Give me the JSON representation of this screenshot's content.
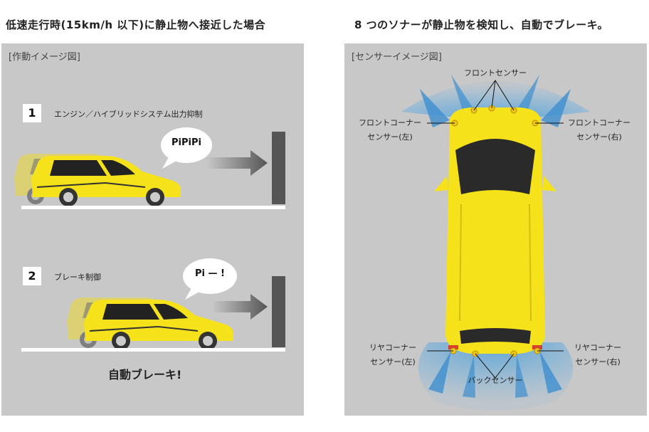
{
  "headings": {
    "left": "低速走行時(15km/h 以下)に静止物へ接近した場合",
    "right": "8 つのソナーが静止物を検知し、自動でブレーキ。"
  },
  "left_panel": {
    "tag": "[作動イメージ図]",
    "step1": {
      "number": "1",
      "label": "エンジン／ハイブリッドシステム出力抑制",
      "bubble": "PiPiPi"
    },
    "step2": {
      "number": "2",
      "label": "ブレーキ制御",
      "bubble": "Pi — !"
    },
    "result": "自動ブレーキ!"
  },
  "right_panel": {
    "tag": "[センサーイメージ図]",
    "labels": {
      "front": "フロントセンサー",
      "front_corner_left_l1": "フロントコーナー",
      "front_corner_left_l2": "センサー(左)",
      "front_corner_right_l1": "フロントコーナー",
      "front_corner_right_l2": "センサー(右)",
      "rear_corner_left_l1": "リヤコーナー",
      "rear_corner_left_l2": "センサー(左)",
      "rear_corner_right_l1": "リヤコーナー",
      "rear_corner_right_l2": "センサー(右)",
      "back": "バックセンサー"
    }
  },
  "colors": {
    "car_body": "#f5e21a",
    "car_ghost": "#e3d35a",
    "panel_bg": "#c8c8c8",
    "wall": "#555555",
    "sonar": "#6fb4e6",
    "sensor_dot": "#f0c419"
  }
}
